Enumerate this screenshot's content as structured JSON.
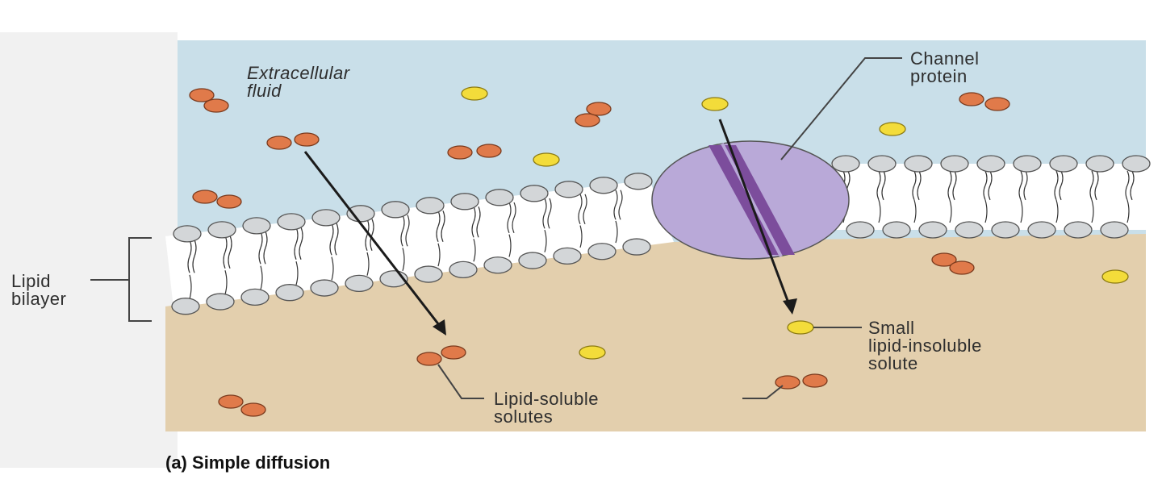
{
  "labels": {
    "extracellular": [
      "Extracellular",
      "fluid"
    ],
    "channel": [
      "Channel",
      "protein"
    ],
    "lipid_bilayer": [
      "Lipid",
      "bilayer"
    ],
    "small_solute": [
      "Small",
      "lipid-insoluble",
      "solute"
    ],
    "lipid_soluble": [
      "Lipid-soluble",
      "solutes"
    ]
  },
  "caption": {
    "letter": "(a)",
    "title": "Simple diffusion"
  },
  "colors": {
    "extracellular_fluid": "#c9dfe9",
    "cytoplasm": "#e3cfad",
    "lipid_head": "#d3d6d8",
    "channel_protein": "#b9a9d8",
    "channel_pore": "#7c4d9c",
    "lipid_soluble_solute": "#e07a4a",
    "lipid_insoluble_solute": "#f3dc3a"
  }
}
